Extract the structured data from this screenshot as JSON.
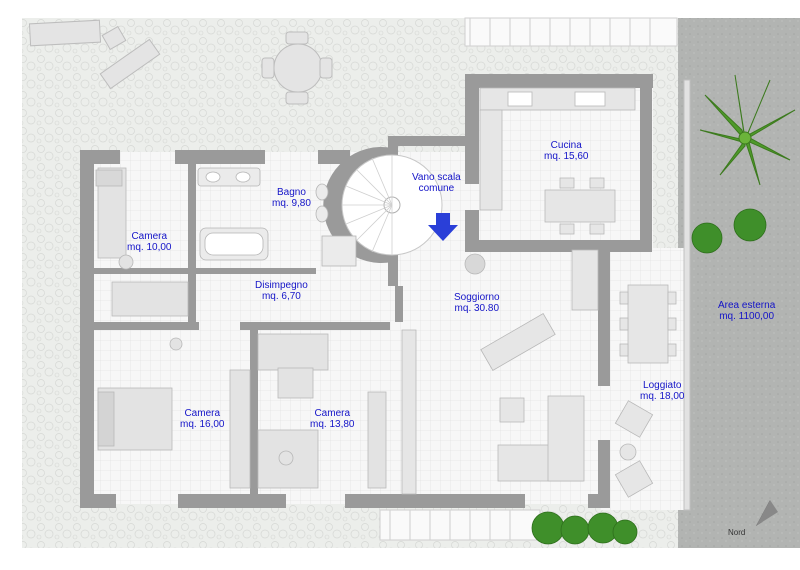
{
  "rooms": [
    {
      "name": "Camera",
      "area": "mq. 10,00"
    },
    {
      "name": "Bagno",
      "area": "mq. 9,80"
    },
    {
      "name": "Vano scala",
      "area": "comune"
    },
    {
      "name": "Cucina",
      "area": "mq. 15,60"
    },
    {
      "name": "Disimpegno",
      "area": "mq. 6,70"
    },
    {
      "name": "Soggiorno",
      "area": "mq. 30.80"
    },
    {
      "name": "Area esterna",
      "area": "mq. 1100,00"
    },
    {
      "name": "Camera",
      "area": "mq. 16,00"
    },
    {
      "name": "Camera",
      "area": "mq. 13,80"
    },
    {
      "name": "Loggiato",
      "area": "mq. 18,00"
    }
  ],
  "compass": {
    "label": "Nord"
  },
  "colors": {
    "wall": "#9a9a9a",
    "floor_tile": "#f4f4f4",
    "exterior_paving": "#e9ebe8",
    "grass_area": "#b4b6b4",
    "room_label": "#1414c8",
    "entrance_arrow": "#2a3fd8",
    "plants": "#4f9a2a"
  }
}
